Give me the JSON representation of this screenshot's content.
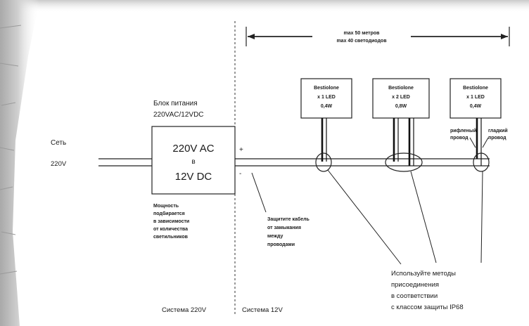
{
  "mains": {
    "label": "Сеть",
    "voltage": "220V"
  },
  "psu": {
    "title_line1": "Блок питания",
    "title_line2": "220VAC/12VDC",
    "box_line1": "220V AC",
    "box_line2": "в",
    "box_line3": "12V DC",
    "note": [
      "Мощность",
      "подбирается",
      "в зависимости",
      "от количества",
      "светильников"
    ],
    "plus": "+",
    "minus": "-"
  },
  "distance": {
    "line1": "max 50 метров",
    "line2": "max 40 светодиодов"
  },
  "modules": [
    {
      "name": "Bestiolone",
      "leds": "x 1 LED",
      "model": "0,4W"
    },
    {
      "name": "Bestiolone",
      "leds": "x 2 LED",
      "model": "0,8W"
    },
    {
      "name": "Bestiolone",
      "leds": "x 1 LED",
      "model": "0,4W"
    }
  ],
  "wires": {
    "ribbed": [
      "рифленый",
      "провод"
    ],
    "smooth": [
      "гладкий",
      "провод"
    ]
  },
  "cable_note": [
    "Защитите кабель",
    "от замыкания",
    "между",
    "проводами"
  ],
  "connection_note": [
    "Используйте методы",
    "присоединения",
    "в соответствии",
    "с классом защиты IP68"
  ],
  "systems": {
    "left": "Система 220V",
    "right": "Система 12V"
  }
}
